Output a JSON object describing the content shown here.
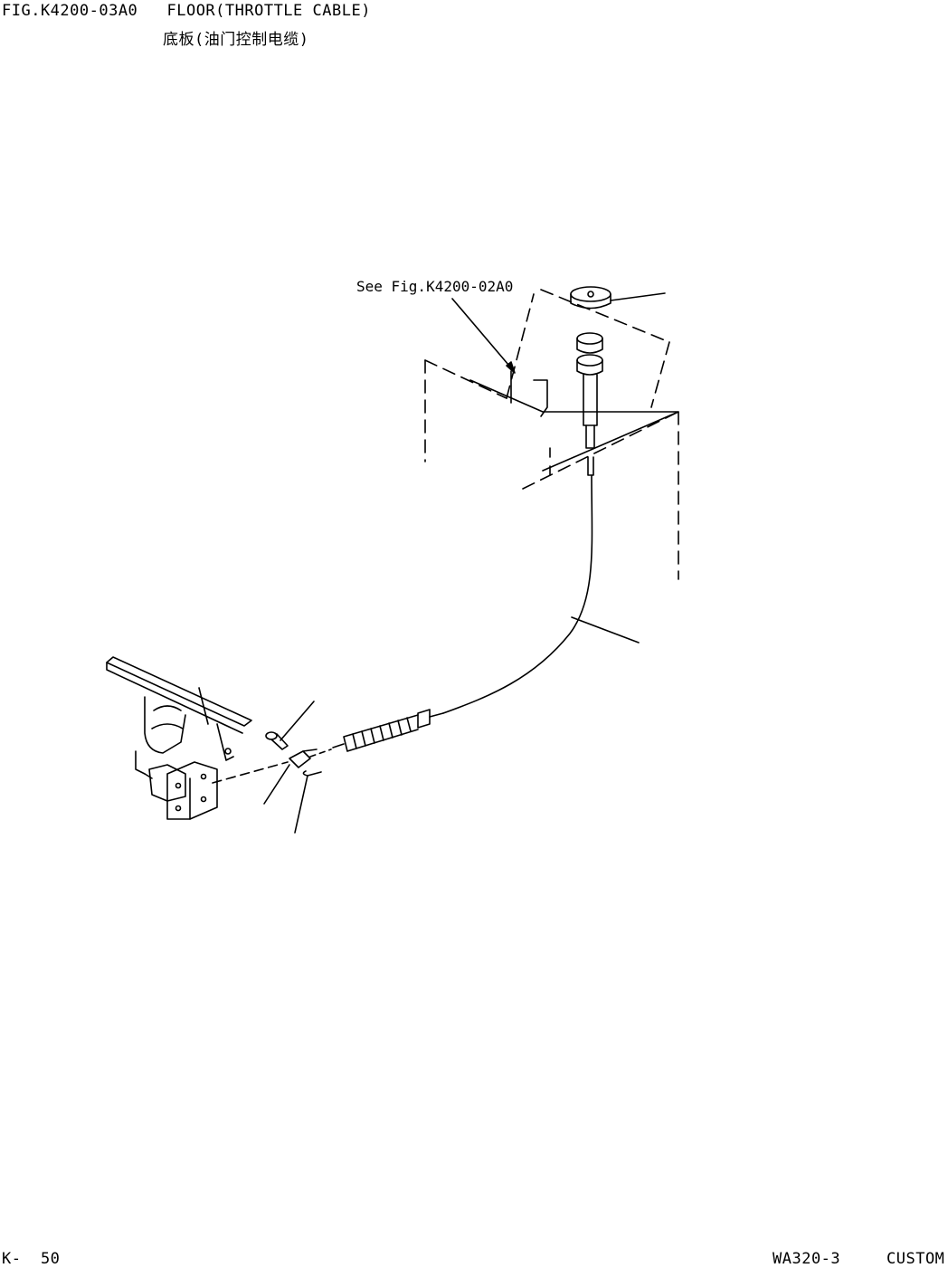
{
  "header": {
    "figure_title": "FIG.K4200-03A0   FLOOR(THROTTLE CABLE)",
    "figure_subtitle": "底板(油门控制电缆)"
  },
  "diagram": {
    "reference_label": "See Fig.K4200-02A0"
  },
  "footer": {
    "page": "K-  50",
    "model": "WA320-3",
    "edition": "CUSTOM"
  }
}
